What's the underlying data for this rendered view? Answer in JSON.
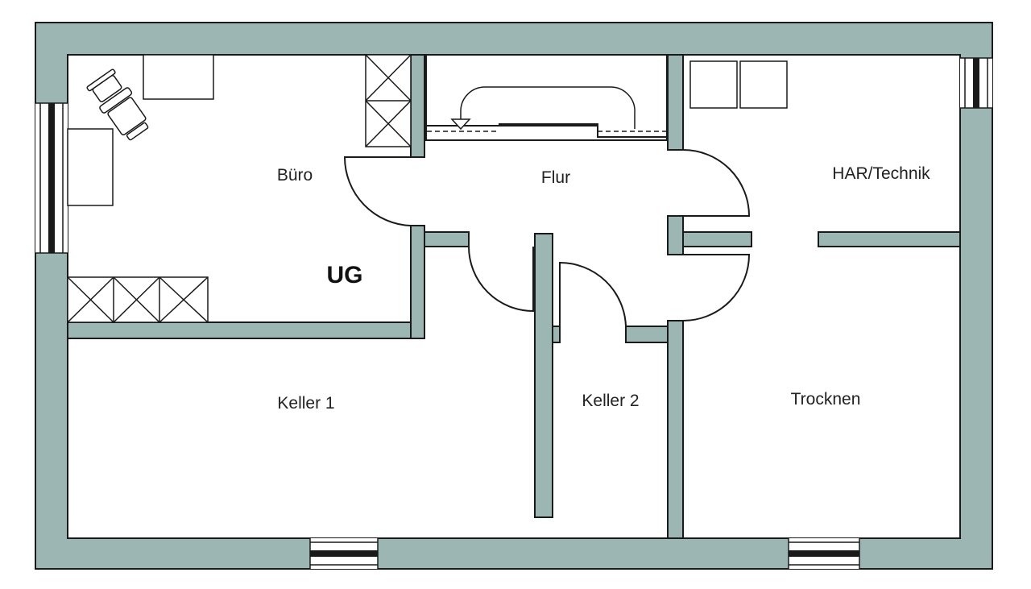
{
  "plan": {
    "floor_label": "UG",
    "rooms": [
      {
        "name": "Büro"
      },
      {
        "name": "Flur"
      },
      {
        "name": "HAR/Technik"
      },
      {
        "name": "Keller 1"
      },
      {
        "name": "Keller 2"
      },
      {
        "name": "Trocknen"
      }
    ]
  },
  "colors": {
    "wall": "#9bb6b3",
    "line": "#1a1a1a",
    "background": "#ffffff"
  }
}
